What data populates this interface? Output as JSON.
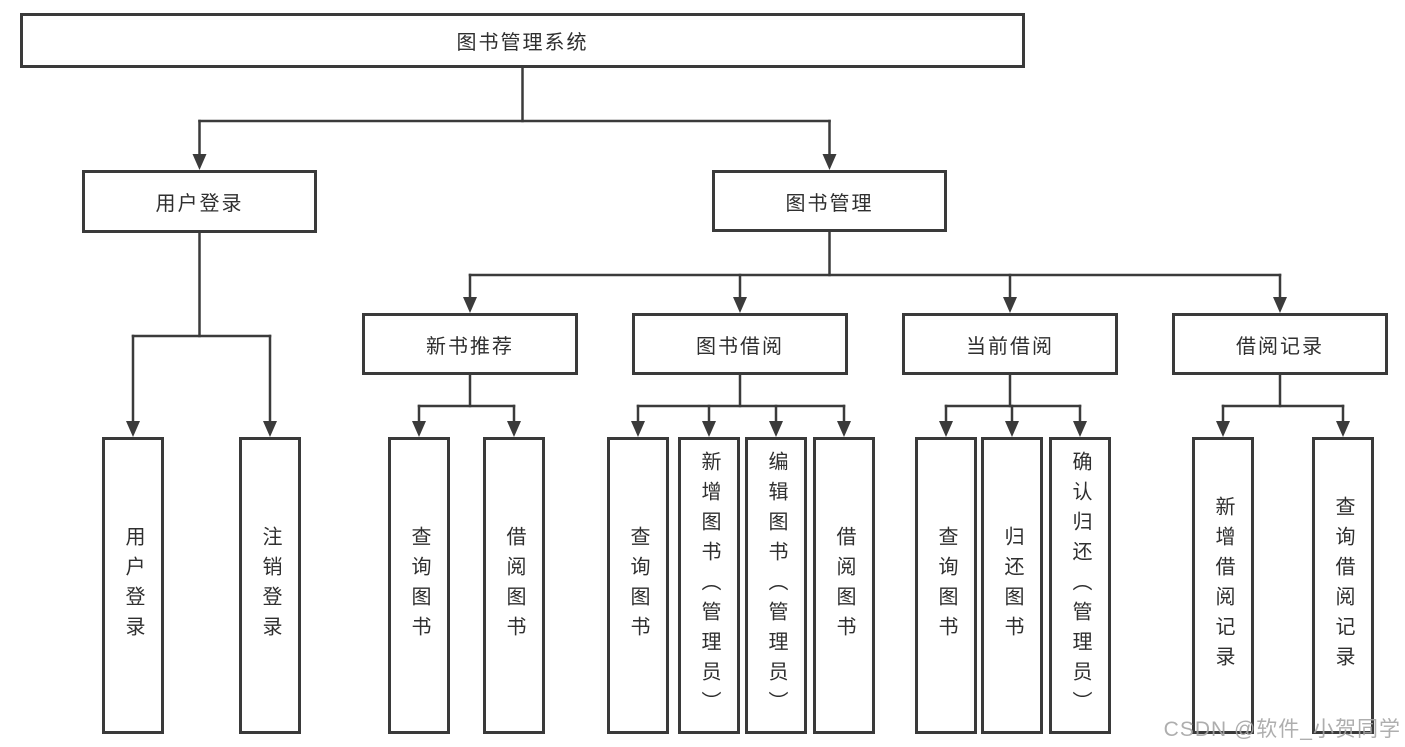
{
  "diagram": {
    "root": {
      "label": "图书管理系统"
    },
    "branches": [
      {
        "label": "用户登录",
        "children": [
          "用户登录",
          "注销登录"
        ]
      },
      {
        "label": "图书管理",
        "sections": [
          {
            "label": "新书推荐",
            "children": [
              "查询图书",
              "借阅图书"
            ]
          },
          {
            "label": "图书借阅",
            "children": [
              "查询图书",
              "新增图书（管理员）",
              "编辑图书（管理员）",
              "借阅图书"
            ]
          },
          {
            "label": "当前借阅",
            "children": [
              "查询图书",
              "归还图书",
              "确认归还（管理员）"
            ]
          },
          {
            "label": "借阅记录",
            "children": [
              "新增借阅记录",
              "查询借阅记录"
            ]
          }
        ]
      }
    ]
  },
  "watermark": {
    "text": "CSDN @软件_小贺同学"
  },
  "colors": {
    "line": "#3b3b3b",
    "border": "#3a3a3a",
    "text": "#2f2f2f",
    "background": "#ffffff",
    "watermark": "#a6a6a6"
  }
}
